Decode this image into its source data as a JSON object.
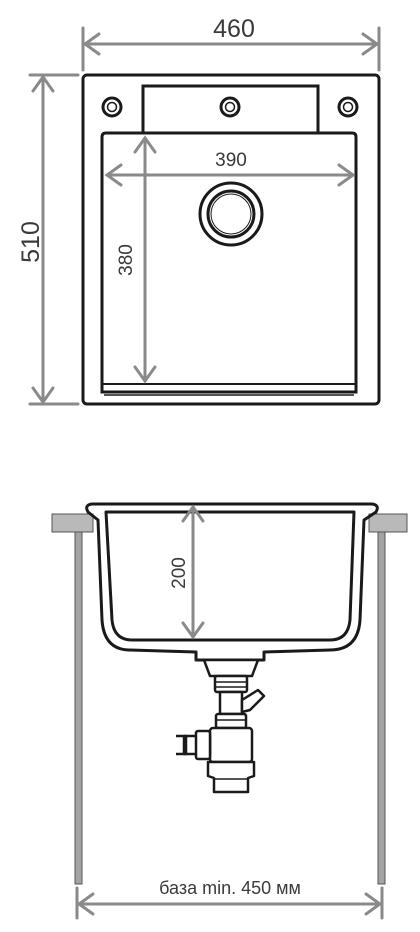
{
  "top_view": {
    "width_label": "460",
    "height_label": "510",
    "inner_width_label": "390",
    "inner_height_label": "380"
  },
  "side_view": {
    "depth_label": "200",
    "base_label": "база min. 450 мм"
  },
  "colors": {
    "outline": "#1a1a1a",
    "dimension": "#8a8a8a",
    "text": "#3a3a3a",
    "pipe": "#9a9a9a",
    "cabinet_cap": "#b9b9b9"
  }
}
